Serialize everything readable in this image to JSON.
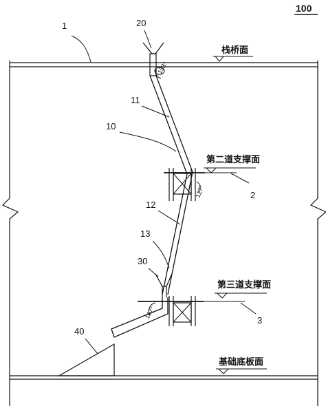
{
  "figure_number": "100",
  "reference_numerals": {
    "r1": "1",
    "r2": "2",
    "r3": "3",
    "r10": "10",
    "r11": "11",
    "r12": "12",
    "r13": "13",
    "r20": "20",
    "r30": "30",
    "r40": "40"
  },
  "levels": {
    "trestle_surface": "栈桥面",
    "second_support_surface": "第二道支撑面",
    "third_support_surface": "第三道支撑面",
    "foundation_slab_surface": "基础底板面"
  },
  "angles": {
    "top_bend": "153°",
    "middle_bend": "127°",
    "bottom_bend": "107°"
  },
  "colors": {
    "line": "#111111",
    "background": "#ffffff"
  }
}
